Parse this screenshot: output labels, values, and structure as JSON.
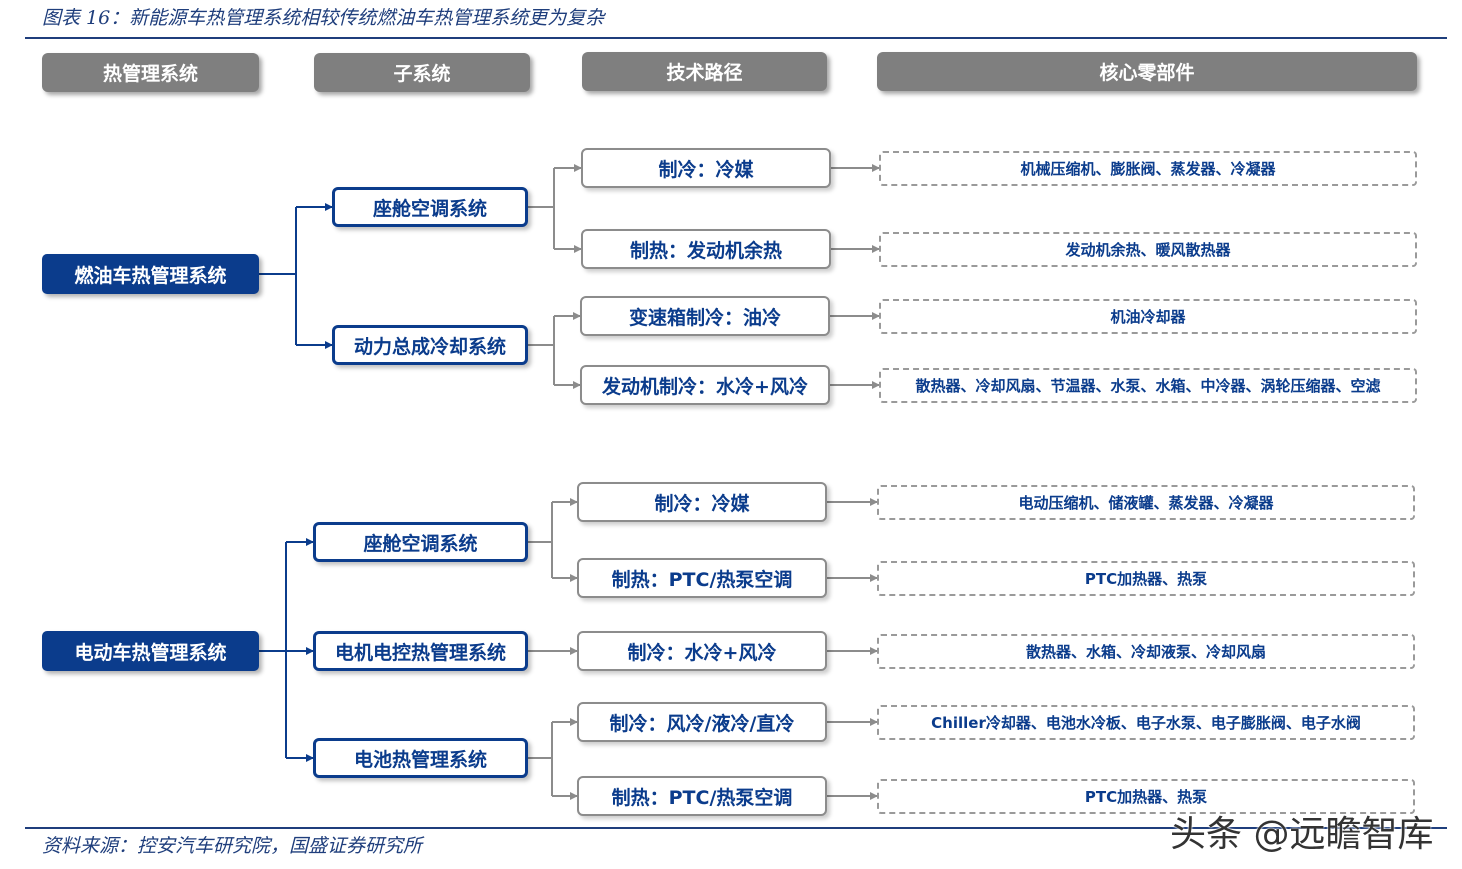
{
  "title": "图表 16：新能源车热管理系统相较传统燃油车热管理系统更为复杂",
  "source": "资料来源：控安汽车研究院，国盛证券研究所",
  "watermark": "头条 @远瞻智库",
  "headers": [
    "热管理系统",
    "子系统",
    "技术路径",
    "核心零部件"
  ],
  "systems": [
    {
      "name": "燃油车热管理系统",
      "subsystems": [
        {
          "name": "座舱空调系统",
          "techs": [
            {
              "tech": "制冷：冷媒",
              "parts": "机械压缩机、膨胀阀、蒸发器、冷凝器"
            },
            {
              "tech": "制热：发动机余热",
              "parts": "发动机余热、暖风散热器"
            }
          ]
        },
        {
          "name": "动力总成冷却系统",
          "techs": [
            {
              "tech": "变速箱制冷：油冷",
              "parts": "机油冷却器"
            },
            {
              "tech": "发动机制冷：水冷+风冷",
              "parts": "散热器、冷却风扇、节温器、水泵、水箱、中冷器、涡轮压缩器、空滤"
            }
          ]
        }
      ]
    },
    {
      "name": "电动车热管理系统",
      "subsystems": [
        {
          "name": "座舱空调系统",
          "techs": [
            {
              "tech": "制冷：冷媒",
              "parts": "电动压缩机、储液罐、蒸发器、冷凝器"
            },
            {
              "tech": "制热：PTC/热泵空调",
              "parts": "PTC加热器、热泵"
            }
          ]
        },
        {
          "name": "电机电控热管理系统",
          "techs": [
            {
              "tech": "制冷：水冷+风冷",
              "parts": "散热器、水箱、冷却液泵、冷却风扇"
            }
          ]
        },
        {
          "name": "电池热管理系统",
          "techs": [
            {
              "tech": "制冷：风冷/液冷/直冷",
              "parts": "Chiller冷却器、电池水冷板、电子水泵、电子膨胀阀、电子水阀"
            },
            {
              "tech": "制热：PTC/热泵空调",
              "parts": "PTC加热器、热泵"
            }
          ]
        }
      ]
    }
  ],
  "colors": {
    "navy": "#0b3c8c",
    "header_gray": "#7f7f7f",
    "border_gray": "#8c8c8c"
  }
}
